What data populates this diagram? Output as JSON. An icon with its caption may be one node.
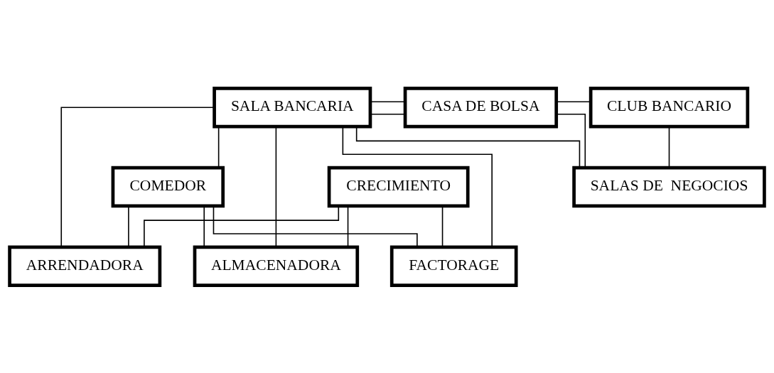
{
  "diagram": {
    "nodes": [
      {
        "text": [
          "SALA BANCARIA"
        ]
      },
      {
        "text": [
          "CASA DE BOLSA"
        ]
      },
      {
        "text": [
          "CLUB BANCARIO"
        ]
      },
      {
        "text": [
          "COMEDOR"
        ]
      },
      {
        "text": [
          "SALAS DE  NEGOCIOS"
        ]
      },
      {
        "text": [
          "CRECIMIENTO"
        ]
      },
      {
        "text": [
          "ARRENDADORA"
        ]
      },
      {
        "text": [
          "ALMACENADORA"
        ]
      },
      {
        "text": [
          "FACTORAGE"
        ]
      }
    ],
    "edges": [
      {
        "from": 3,
        "to": 0,
        "arrow": "none"
      },
      {
        "from": 0,
        "to": 1,
        "arrow": "none"
      },
      {
        "from": 1,
        "to": 2,
        "arrow": "none"
      },
      {
        "from": 0,
        "to": 1,
        "arrow": "none"
      },
      {
        "from": 1,
        "to": 4,
        "arrow": "none"
      },
      {
        "from": 2,
        "to": 4,
        "arrow": "none"
      },
      {
        "from": 0,
        "to": 4,
        "arrow": "none"
      },
      {
        "from": 3,
        "to": 6,
        "arrow": "none"
      },
      {
        "from": 3,
        "to": 7,
        "arrow": "none"
      },
      {
        "from": 3,
        "to": 8,
        "arrow": "none"
      },
      {
        "from": 0,
        "to": 6,
        "arrow": "none"
      },
      {
        "from": 0,
        "to": 7,
        "arrow": "none"
      },
      {
        "from": 0,
        "to": 8,
        "arrow": "none"
      },
      {
        "from": 5,
        "to": 6,
        "arrow": "none"
      },
      {
        "from": 5,
        "to": 7,
        "arrow": "none"
      },
      {
        "from": 5,
        "to": 8,
        "arrow": "none"
      }
    ]
  }
}
